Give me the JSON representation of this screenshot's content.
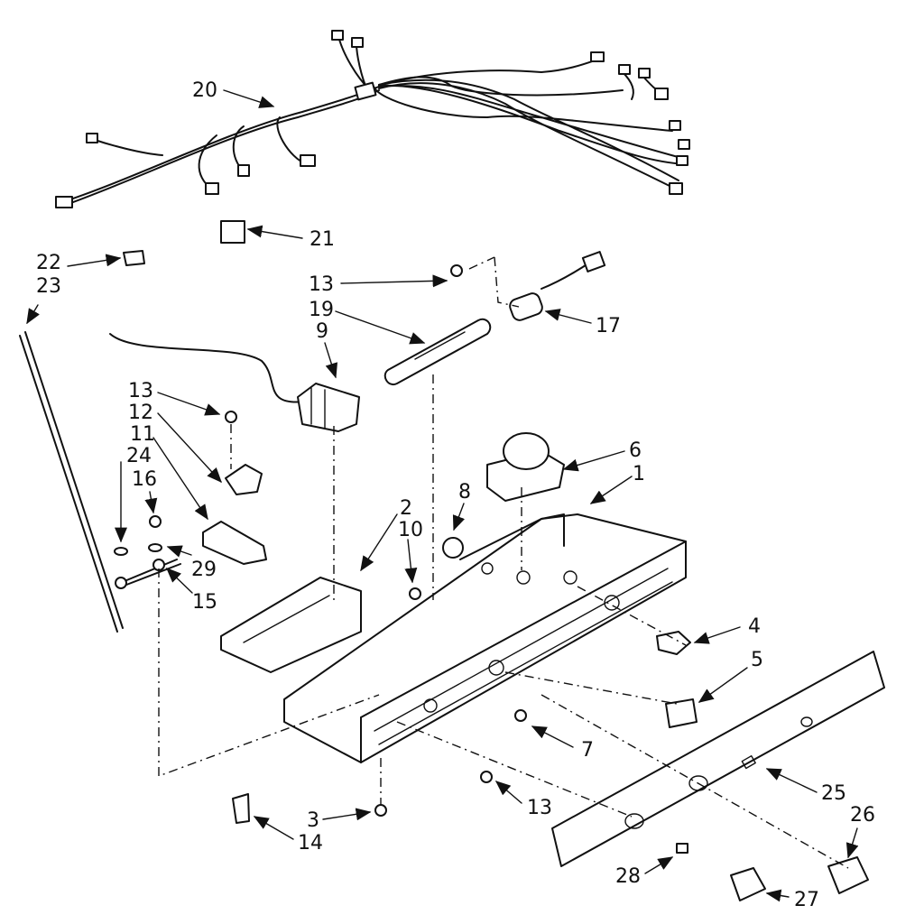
{
  "diagram": {
    "callouts": [
      {
        "id": "c20",
        "text": "20"
      },
      {
        "id": "c21",
        "text": "21"
      },
      {
        "id": "c22",
        "text": "22"
      },
      {
        "id": "c23",
        "text": "23"
      },
      {
        "id": "c13a",
        "text": "13"
      },
      {
        "id": "c19",
        "text": "19"
      },
      {
        "id": "c17",
        "text": "17"
      },
      {
        "id": "c9",
        "text": "9"
      },
      {
        "id": "c13b",
        "text": "13"
      },
      {
        "id": "c12",
        "text": "12"
      },
      {
        "id": "c11",
        "text": "11"
      },
      {
        "id": "c24",
        "text": "24"
      },
      {
        "id": "c16",
        "text": "16"
      },
      {
        "id": "c29",
        "text": "29"
      },
      {
        "id": "c15",
        "text": "15"
      },
      {
        "id": "c6",
        "text": "6"
      },
      {
        "id": "c1",
        "text": "1"
      },
      {
        "id": "c8",
        "text": "8"
      },
      {
        "id": "c2",
        "text": "2"
      },
      {
        "id": "c10",
        "text": "10"
      },
      {
        "id": "c4",
        "text": "4"
      },
      {
        "id": "c5",
        "text": "5"
      },
      {
        "id": "c7",
        "text": "7"
      },
      {
        "id": "c13c",
        "text": "13"
      },
      {
        "id": "c25",
        "text": "25"
      },
      {
        "id": "c26",
        "text": "26"
      },
      {
        "id": "c3",
        "text": "3"
      },
      {
        "id": "c14",
        "text": "14"
      },
      {
        "id": "c28",
        "text": "28"
      },
      {
        "id": "c27",
        "text": "27"
      }
    ]
  }
}
